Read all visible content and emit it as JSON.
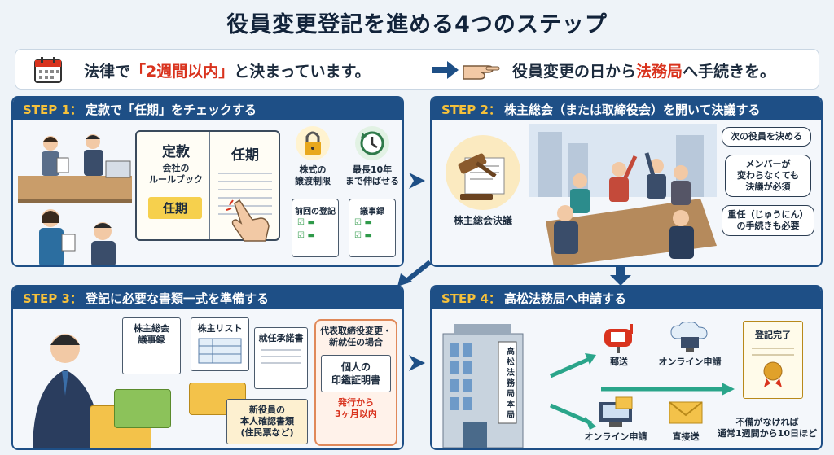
{
  "title": "役員変更登記を進める4つのステップ",
  "subbar": {
    "part1_a": "法律で",
    "part1_highlight": "「2週間以内」",
    "part1_b": "と決まっています。",
    "part2_a": "役員変更の日から",
    "part2_highlight": "法務局",
    "part2_b": "へ手続きを。"
  },
  "step1": {
    "step_label": "STEP 1：",
    "heading": "定款で「任期」をチェックする",
    "book_left_title": "定款",
    "book_left_sub": "会社の\nルールブック",
    "book_left_badge": "任期",
    "book_right_title": "任期",
    "lock_label": "株式の\n譲渡制限",
    "clock_label": "最長10年\nまで伸ばせる",
    "clip1_label": "前回の登記",
    "clip2_label": "議事録"
  },
  "step2": {
    "step_label": "STEP 2：",
    "heading": "株主総会（または取締役会）を開いて決議する",
    "gavel_label": "株主総会決議",
    "bubble1": "次の役員を決める",
    "bubble2": "メンバーが\n変わらなくても\n決議が必須",
    "bubble3": "重任（じゅうにん）\nの手続きも必要"
  },
  "step3": {
    "step_label": "STEP 3：",
    "heading": "登記に必要な書類一式を準備する",
    "doc1": "株主総会\n議事録",
    "doc2": "株主リスト",
    "doc3": "就任承諾書",
    "doc4": "新役員の\n本人確認書類\n(住民票など)",
    "seal_header": "代表取締役変更・\n新就任の場合",
    "seal_doc": "個人の\n印鑑証明書",
    "seal_note": "発行から\n3ヶ月以内"
  },
  "step4": {
    "step_label": "STEP 4：",
    "heading": "高松法務局へ申請する",
    "building_sign": "高松法務局 本局",
    "mail_label": "郵送",
    "online_label_top": "オンライン申請",
    "online_label_bottom": "オンライン申請",
    "direct_label": "直接送",
    "cert_label": "登記完了",
    "note": "不備がなければ\n通常1週間から10日ほど"
  },
  "colors": {
    "navy": "#1e4f86",
    "accent_red": "#d9331e",
    "step_yellow": "#f6c13b",
    "arrow_green": "#2aa58a"
  }
}
